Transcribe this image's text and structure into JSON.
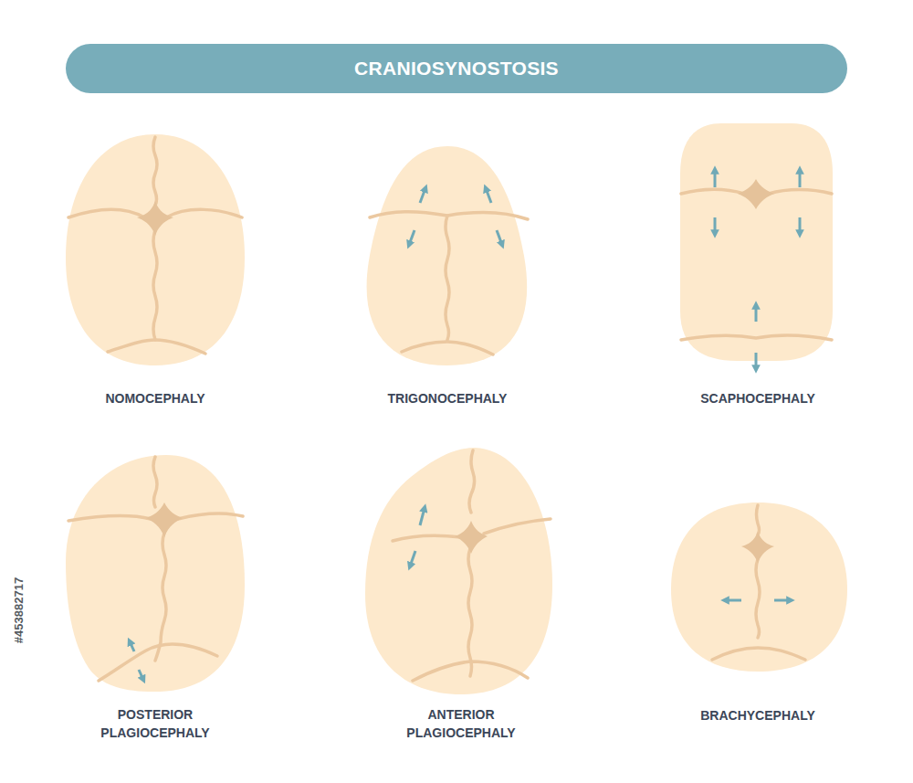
{
  "diagram": {
    "title": "CRANIOSYNOSTOSIS",
    "labels": [
      "NOMOCEPHALY",
      "TRIGONOCEPHALY",
      "SCAPHOCEPHALY",
      "POSTERIOR PLAGIOCEPHALY",
      "ANTERIOR PLAGIOCEPHALY",
      "BRACHYCEPHALY",
      "#453882717"
    ]
  }
}
